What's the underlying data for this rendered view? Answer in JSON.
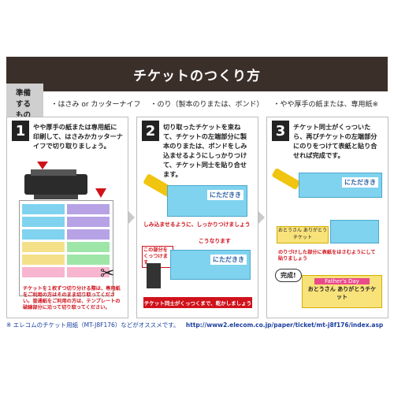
{
  "header": {
    "title": "チケットのつくり方"
  },
  "requirements": {
    "label": "準備するもの",
    "items": [
      "・はさみ or カッターナイフ",
      "・のり（製本のりまたは、ボンド）",
      "・やや厚手の紙または、専用紙※"
    ]
  },
  "steps": [
    {
      "number": "1",
      "text": "やや厚手の紙または専用紙に印刷して、はさみかカッターナイフで切り取りましょう。",
      "note": "チケットを１枚ずつ切り分ける際は、専用紙をご利用の方はそのまま切り取ってください。普通紙をご利用の方は、テンプレートの破線部分に沿って切り取ってください。"
    },
    {
      "number": "2",
      "text": "切り取ったチケットを束ねて、チケットの左端部分に製本のりまたは、ボンドをしみ込ませるようにしっかりつけて、チケット同士を貼り合せます。",
      "caption_glue": "しみ込ませるように、しっかりつけましょう",
      "caption_press": "こうなります",
      "caption_part": "この部分をくっつけます",
      "banner": "チケット同士がくっつくまで、乾かしましょう"
    },
    {
      "number": "3",
      "text": "チケット同士がくっついたら、再びチケットの左端部分にのりをつけて表紙と貼り合せれば完成です。",
      "cover_text": "おとうさん ありがとうチケット",
      "caption_cover": "のりづけした部分に表紙をはさむようにして貼りましょう",
      "done": "完成!",
      "final_title": "Father's Day",
      "final_text": "おとうさん ありがとうチケット"
    }
  ],
  "ticket_label": "にただきき",
  "footer": {
    "note": "※ エレコムのチケット用紙（MT-J8F176）などがオススメです。",
    "link": "http://www2.elecom.co.jp/paper/ticket/mt-j8f176/index.asp"
  }
}
